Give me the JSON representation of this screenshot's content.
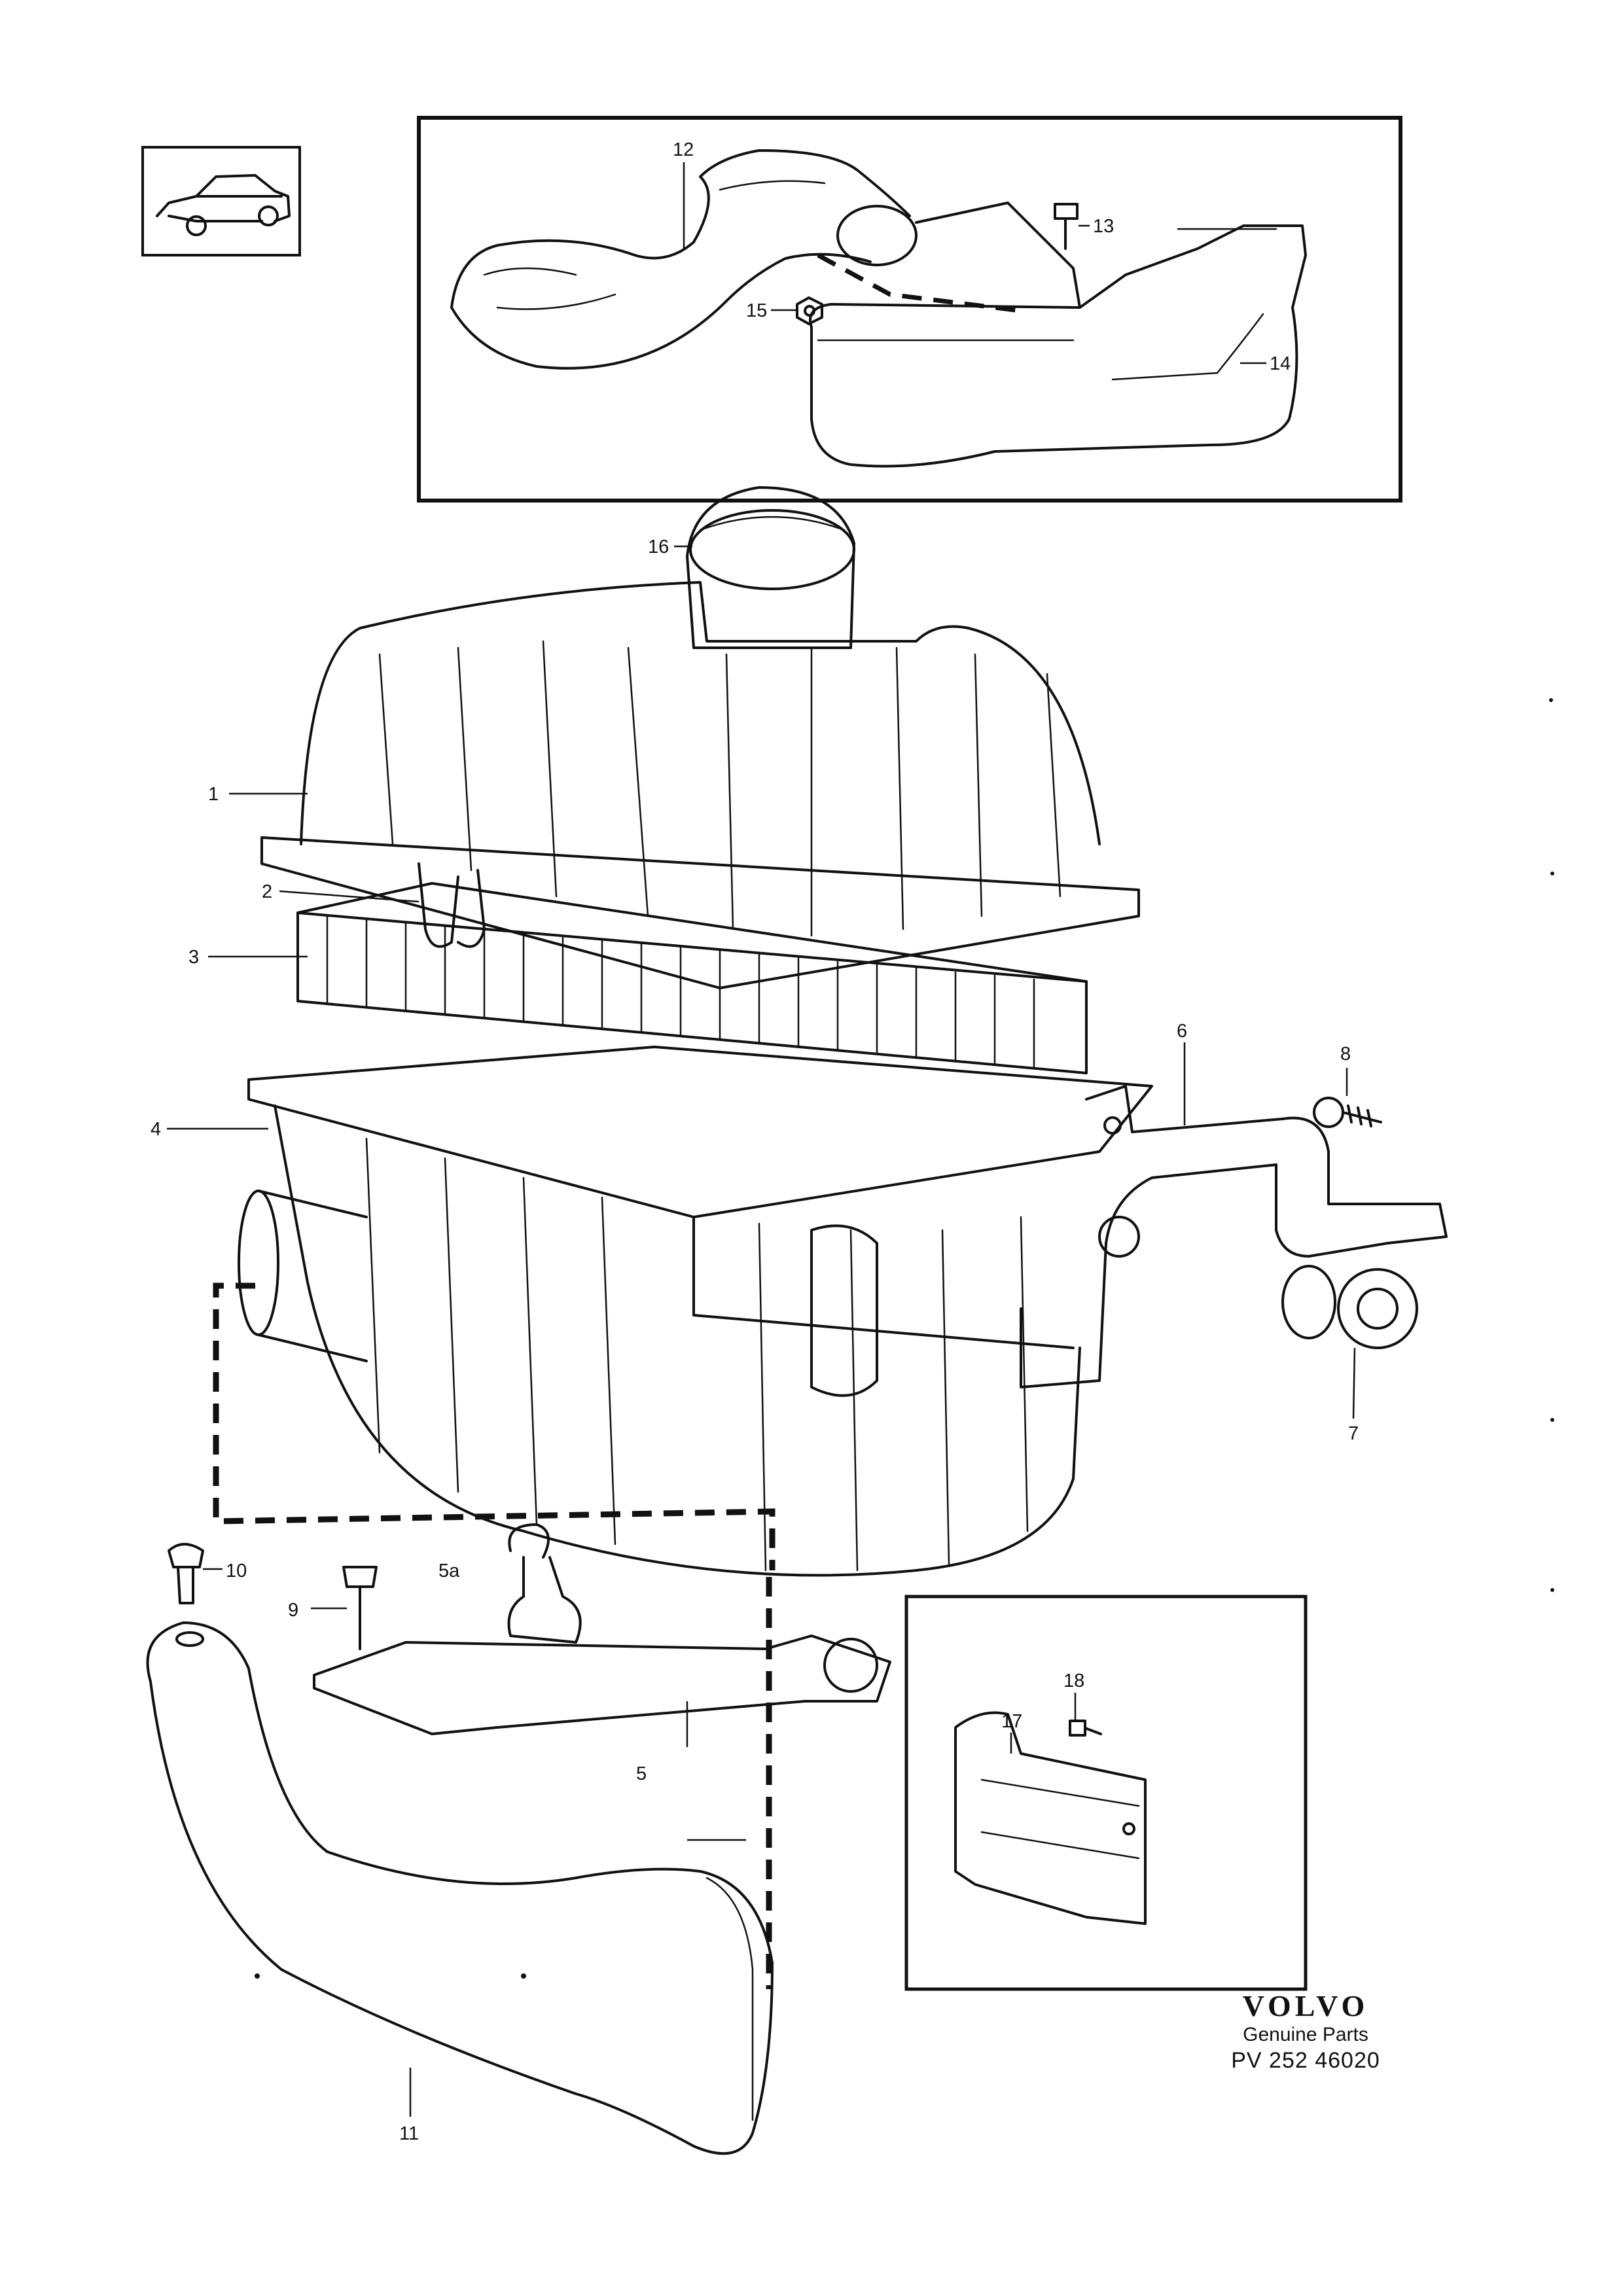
{
  "callouts": {
    "c1": "1",
    "c2": "2",
    "c3": "3",
    "c4": "4",
    "c5": "5",
    "c5a": "5a",
    "c6": "6",
    "c7": "7",
    "c8": "8",
    "c9": "9",
    "c10": "10",
    "c11": "11",
    "c12": "12",
    "c13": "13",
    "c14": "14",
    "c15": "15",
    "c16": "16",
    "c17": "17",
    "c18": "18"
  },
  "footer": {
    "brand": "VOLVO",
    "subtitle": "Genuine Parts",
    "part_code": "PV 252 46020"
  }
}
